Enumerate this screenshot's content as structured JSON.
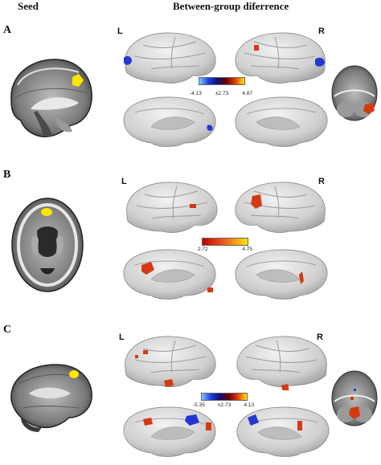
{
  "headers": {
    "seed": "Seed",
    "diff": "Between-group diferrence"
  },
  "panels": [
    {
      "letter": "A",
      "left_label": "L",
      "right_label": "R",
      "colorbar": {
        "min": "-4.13",
        "mid": "±2.73",
        "max": "4.87"
      }
    },
    {
      "letter": "B",
      "left_label": "L",
      "right_label": "R",
      "colorbar": {
        "min": "2.72",
        "max": "4.75"
      }
    },
    {
      "letter": "C",
      "left_label": "L",
      "right_label": "R",
      "colorbar": {
        "min": "-5.35",
        "mid": "±2.73",
        "max": "4.13"
      }
    }
  ],
  "colors": {
    "positive": "#d43a12",
    "negative": "#2336d6",
    "seed": "#ffe600",
    "cortex": "#d2d2d2"
  }
}
